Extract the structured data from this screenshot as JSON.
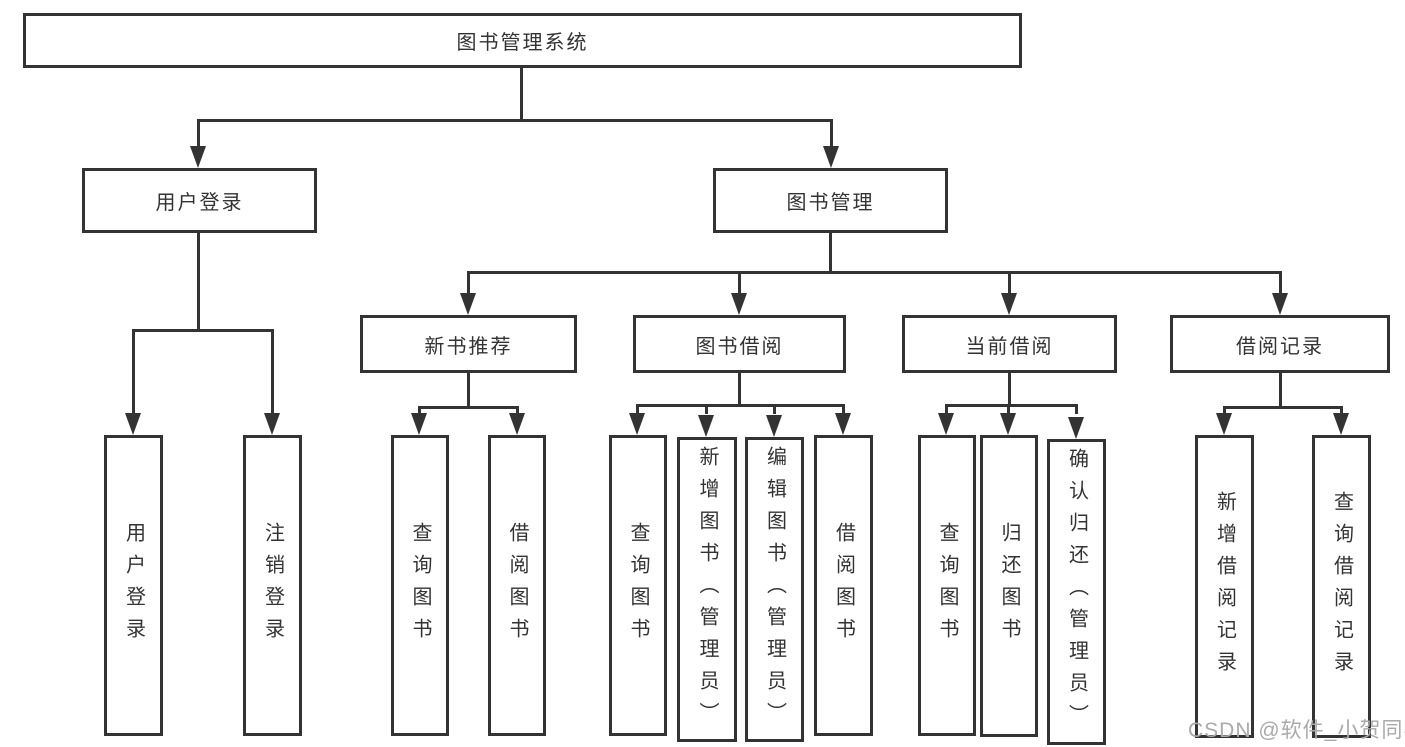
{
  "diagram": {
    "title_node": "图书管理系统",
    "level2": [
      {
        "label": "用户登录"
      },
      {
        "label": "图书管理"
      }
    ],
    "level3": [
      {
        "label": "新书推荐",
        "parent": "图书管理"
      },
      {
        "label": "图书借阅",
        "parent": "图书管理"
      },
      {
        "label": "当前借阅",
        "parent": "图书管理"
      },
      {
        "label": "借阅记录",
        "parent": "图书管理"
      }
    ],
    "leaves": [
      {
        "label": "用户登录",
        "parent": "用户登录"
      },
      {
        "label": "注销登录",
        "parent": "用户登录"
      },
      {
        "label": "查询图书",
        "parent": "新书推荐"
      },
      {
        "label": "借阅图书",
        "parent": "新书推荐"
      },
      {
        "label": "查询图书",
        "parent": "图书借阅"
      },
      {
        "label": "新增图书（管理员）",
        "parent": "图书借阅"
      },
      {
        "label": "编辑图书（管理员）",
        "parent": "图书借阅"
      },
      {
        "label": "借阅图书",
        "parent": "图书借阅"
      },
      {
        "label": "查询图书",
        "parent": "当前借阅"
      },
      {
        "label": "归还图书",
        "parent": "当前借阅"
      },
      {
        "label": "确认归还（管理员）",
        "parent": "当前借阅"
      },
      {
        "label": "新增借阅记录",
        "parent": "借阅记录"
      },
      {
        "label": "查询借阅记录",
        "parent": "借阅记录"
      }
    ]
  },
  "watermark": {
    "text": "CSDN @软件_小贺同学"
  },
  "colors": {
    "line": "#333333",
    "text": "#333333",
    "box_background": "#ffffff",
    "watermark": "#aaaaaa"
  }
}
